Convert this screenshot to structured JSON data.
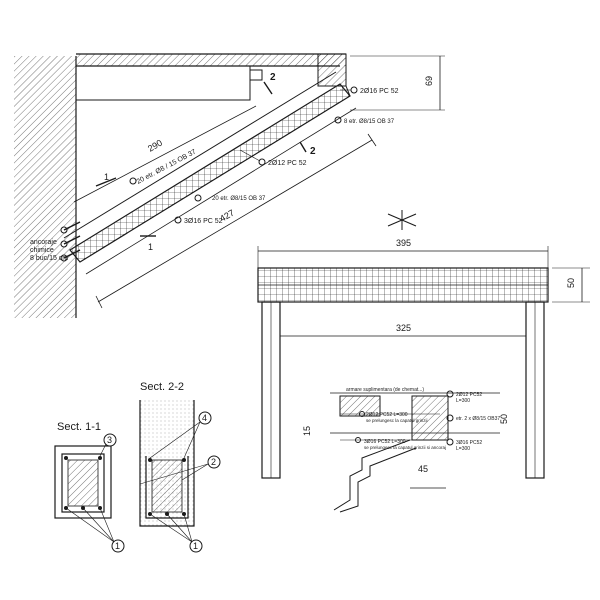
{
  "labels": {
    "dim_290": "290",
    "bars_20etr": "20 etr. Ø8 / 15 OB 37",
    "bars_2d12": "2Ø12 PC 52",
    "bars_20etr_small": "20 etr. Ø8/15 OB 37",
    "bars_3d16": "3Ø16 PC 52",
    "dim_427": "427",
    "bars_2d16_top": "2Ø16 PC 52",
    "bars_8etr": "8 etr. Ø8/15 OB 37",
    "dim_69": "69",
    "anchor_line1": "ancoraje",
    "anchor_line2": "chimice",
    "anchor_line3": "8 buc/15 cm",
    "mark_1": "1",
    "mark_2": "2",
    "dim_395": "395",
    "dim_50_right": "50",
    "dim_325": "325",
    "dim_15": "15",
    "dim_50_detail": "50",
    "dim_45": "45",
    "det_title": "armare suplimentara (de chemat...)",
    "det_text1": "2Ø12 PC52 L=300",
    "det_text2": "se prelungesc la capatul grinzii",
    "det_text3": "3Ø16 PC52 L=300",
    "det_text4": "se prelungesc la capatul grinzii si ancoraj",
    "det_right1": "2Ø12 PC52",
    "det_right1b": "L=300",
    "det_right2": "etr. 2 x Ø8/15 OB37",
    "det_right3": "3Ø16 PC52",
    "det_right3b": "L=300",
    "sect11": "Sect. 1-1",
    "sect22": "Sect. 2-2",
    "c1": "1",
    "c2": "2",
    "c3": "3",
    "c4": "4"
  }
}
